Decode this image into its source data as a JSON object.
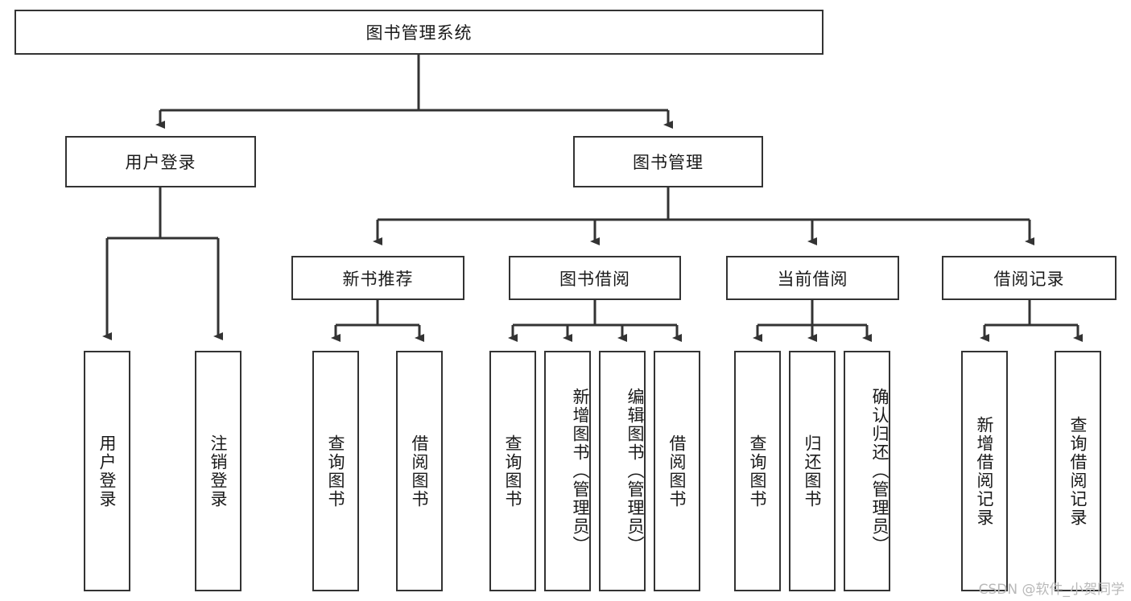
{
  "diagram": {
    "title": "图书管理系统",
    "root": {
      "label": "图书管理系统"
    },
    "level2": [
      {
        "label": "用户登录"
      },
      {
        "label": "图书管理"
      }
    ],
    "level3": [
      {
        "label": "新书推荐"
      },
      {
        "label": "图书借阅"
      },
      {
        "label": "当前借阅"
      },
      {
        "label": "借阅记录"
      }
    ],
    "leaves": [
      {
        "label": "用户登录",
        "parent": "用户登录"
      },
      {
        "label": "注销登录",
        "parent": "用户登录"
      },
      {
        "label": "查询图书",
        "parent": "新书推荐"
      },
      {
        "label": "借阅图书",
        "parent": "新书推荐"
      },
      {
        "label": "查询图书",
        "parent": "图书借阅"
      },
      {
        "label": "新增图书（管理员）",
        "parent": "图书借阅"
      },
      {
        "label": "编辑图书（管理员）",
        "parent": "图书借阅"
      },
      {
        "label": "借阅图书",
        "parent": "图书借阅"
      },
      {
        "label": "查询图书",
        "parent": "当前借阅"
      },
      {
        "label": "归还图书",
        "parent": "当前借阅"
      },
      {
        "label": "确认归还（管理员）",
        "parent": "当前借阅"
      },
      {
        "label": "新增借阅记录",
        "parent": "借阅记录"
      },
      {
        "label": "查询借阅记录",
        "parent": "借阅记录"
      }
    ]
  },
  "watermark": {
    "text": "CSDN @软件_小贺同学"
  },
  "colors": {
    "border": "#333333",
    "text": "#1a1a1a",
    "background": "#ffffff",
    "watermark": "#b9b9b9"
  }
}
